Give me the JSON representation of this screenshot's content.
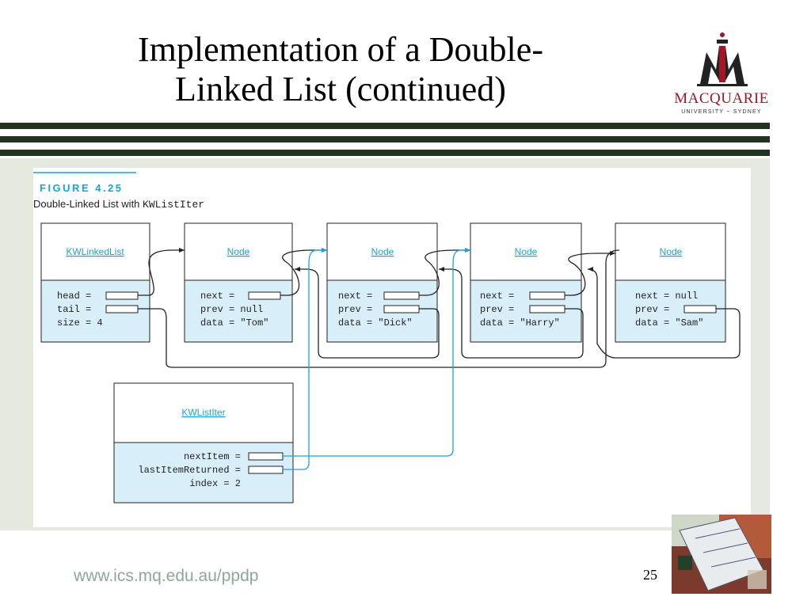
{
  "slide": {
    "title_line1": "Implementation of a Double-",
    "title_line2": "Linked List (continued)",
    "footer_url": "www.ics.mq.edu.au/ppdp",
    "page_number": "25"
  },
  "logo": {
    "name": "MACQUARIE",
    "subtitle": "UNIVERSITY ~ SYDNEY"
  },
  "figure": {
    "label": "FIGURE 4.25",
    "caption_prefix": "Double-Linked List with ",
    "caption_code": "KWListIter"
  },
  "diagram": {
    "list": {
      "title": "KWLinkedList",
      "fields": [
        "head =",
        "tail =",
        "size = 4"
      ]
    },
    "nodes": [
      {
        "title": "Node",
        "fields": [
          "next =",
          "prev = null",
          "data = \"Tom\""
        ]
      },
      {
        "title": "Node",
        "fields": [
          "next =",
          "prev =",
          "data = \"Dick\""
        ]
      },
      {
        "title": "Node",
        "fields": [
          "next =",
          "prev =",
          "data = \"Harry\""
        ]
      },
      {
        "title": "Node",
        "fields": [
          "next = null",
          "prev =",
          "data = \"Sam\""
        ]
      }
    ],
    "iter": {
      "title": "KWListIter",
      "fields": [
        "nextItem =",
        "lastItemReturned =",
        "index = 2"
      ]
    }
  },
  "colors": {
    "accent_blue": "#1aa3d8",
    "fill_blue": "#d8eef8",
    "stripe": "#223322",
    "logo_red": "#a3162a",
    "url_green": "#8da89a"
  }
}
